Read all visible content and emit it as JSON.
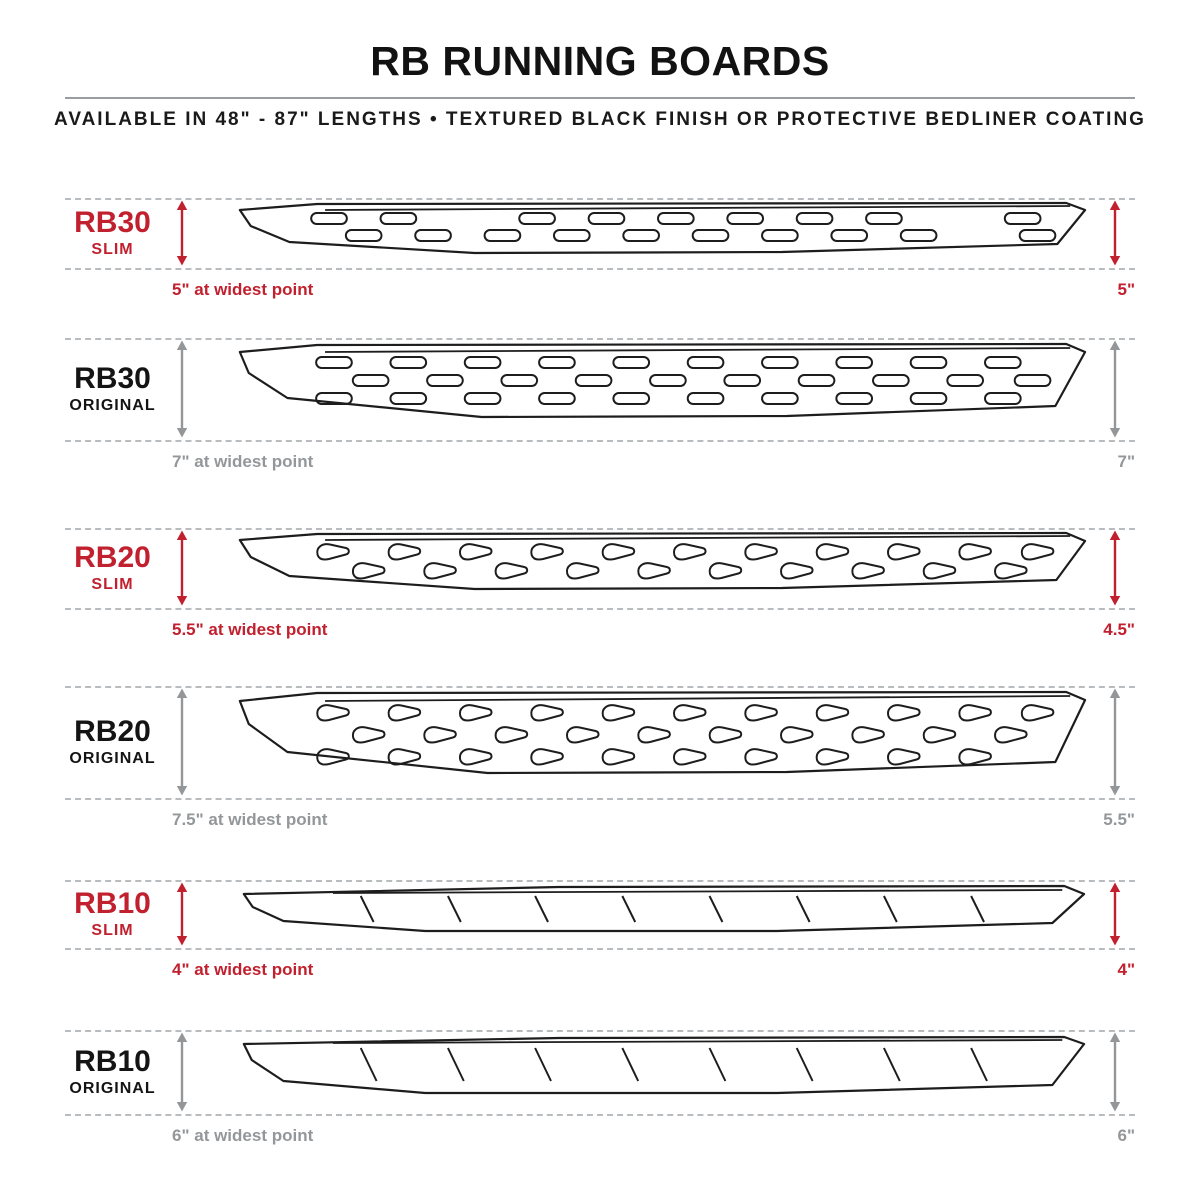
{
  "header": {
    "title": "RB RUNNING BOARDS",
    "subtitle": "AVAILABLE IN 48\" - 87\" LENGTHS • TEXTURED BLACK FINISH OR PROTECTIVE BEDLINER COATING"
  },
  "colors": {
    "accent_red": "#c1202e",
    "dim_gray": "#94979a",
    "line_black": "#1d1d1d"
  },
  "rows": [
    {
      "model": "RB30",
      "variant": "SLIM",
      "width_note": "5\" at widest point",
      "height_label": "5\"",
      "style": "slim"
    },
    {
      "model": "RB30",
      "variant": "ORIGINAL",
      "width_note": "7\" at widest point",
      "height_label": "7\"",
      "style": "original"
    },
    {
      "model": "RB20",
      "variant": "SLIM",
      "width_note": "5.5\" at widest point",
      "height_label": "4.5\"",
      "style": "slim"
    },
    {
      "model": "RB20",
      "variant": "ORIGINAL",
      "width_note": "7.5\" at widest point",
      "height_label": "5.5\"",
      "style": "original"
    },
    {
      "model": "RB10",
      "variant": "SLIM",
      "width_note": "4\" at widest point",
      "height_label": "4\"",
      "style": "slim"
    },
    {
      "model": "RB10",
      "variant": "ORIGINAL",
      "width_note": "6\" at widest point",
      "height_label": "6\"",
      "style": "original"
    }
  ]
}
